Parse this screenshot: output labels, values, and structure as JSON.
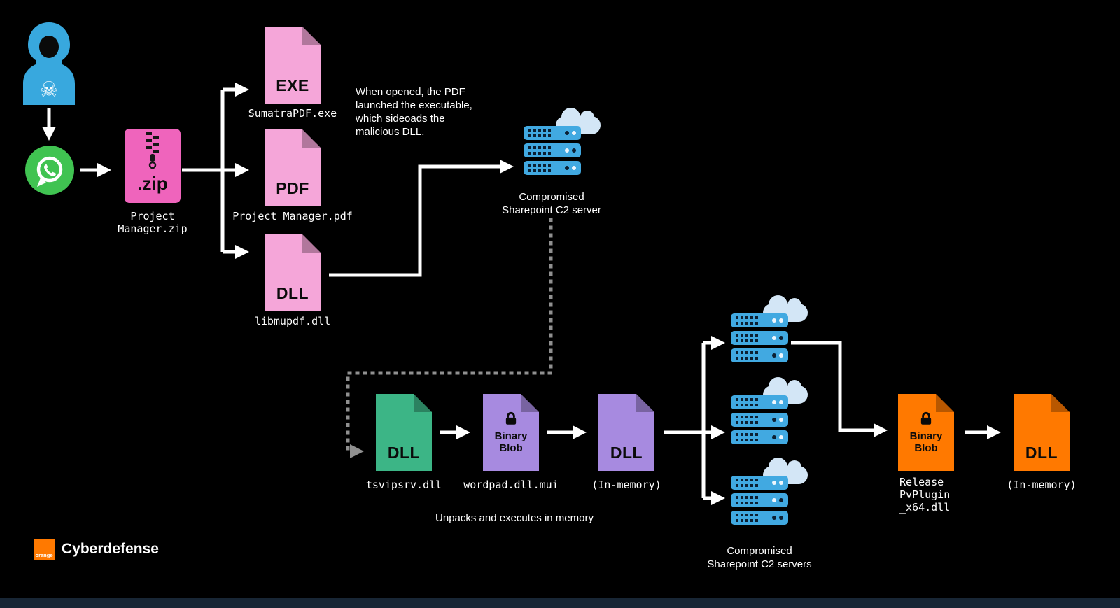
{
  "colors": {
    "background": "#000000",
    "pink_file": "#f5a6d9",
    "pink_zip": "#ef64bc",
    "green_file": "#3cb586",
    "purple_file": "#a78ae0",
    "orange_file": "#ff7900",
    "server_blue": "#41a9e1",
    "cloud_blue": "#d3e6f6",
    "whatsapp_green": "#40c351",
    "hacker_blue": "#38a8de",
    "arrow_white": "#ffffff",
    "dotted_gray": "#909090"
  },
  "icons": {
    "skull": "☠"
  },
  "nodes": {
    "zip": {
      "label": ".zip",
      "caption": "Project\nManager.zip"
    },
    "exe": {
      "label": "EXE",
      "caption": "SumatraPDF.exe"
    },
    "pdf": {
      "label": "PDF",
      "caption": "Project Manager.pdf"
    },
    "dll_sideload": {
      "label": "DLL",
      "caption": "libmupdf.dll"
    },
    "c2_server": {
      "caption": "Compromised\nSharepoint C2 server"
    },
    "dll_green": {
      "label": "DLL",
      "caption": "tsvipsrv.dll"
    },
    "blob_purple": {
      "label": "Binary\nBlob",
      "caption": "wordpad.dll.mui"
    },
    "dll_purple": {
      "label": "DLL",
      "caption": "(In-memory)"
    },
    "c2_servers": {
      "caption": "Compromised\nSharepoint C2 servers"
    },
    "blob_orange": {
      "label": "Binary\nBlob",
      "caption": "Release_\nPvPlugin\n_x64.dll"
    },
    "dll_orange": {
      "label": "DLL",
      "caption": "(In-memory)"
    }
  },
  "annotations": {
    "pdf_note": "When opened, the PDF\nlaunched the executable,\nwhich sideoads the\nmalicious DLL.",
    "memory_note": "Unpacks and executes in memory"
  },
  "branding": {
    "logo_text": "orange",
    "company": "Cyberdefense"
  }
}
